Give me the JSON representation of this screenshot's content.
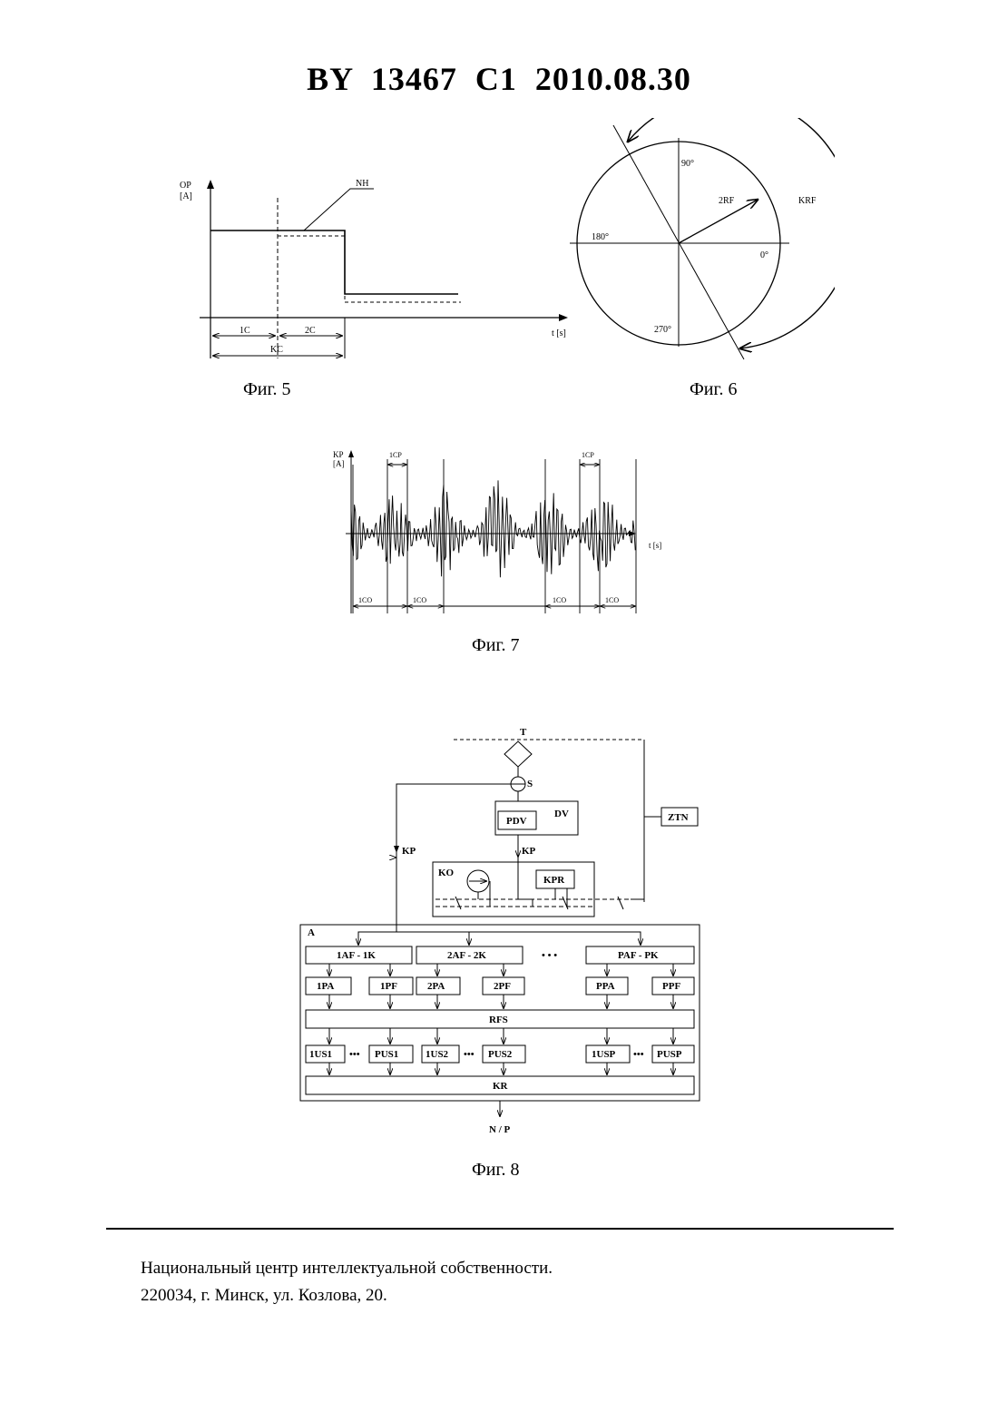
{
  "header": {
    "title": "BY 13467 C1 2010.08.30"
  },
  "fig5": {
    "caption": "Фиг. 5",
    "y_label_line1": "OP",
    "y_label_line2": "[A]",
    "x_label": "t [s]",
    "curve_label": "NH",
    "interval_1": "1C",
    "interval_2": "2C",
    "interval_total": "KC"
  },
  "fig6": {
    "caption": "Фиг. 6",
    "angle_90": "90°",
    "angle_180": "180°",
    "angle_0": "0°",
    "angle_270": "270°",
    "vector_label": "2RF",
    "arc_label": "KRF"
  },
  "fig7": {
    "caption": "Фиг. 7",
    "y_label_line1": "KP",
    "y_label_line2": "[A]",
    "x_label": "t [s]",
    "top_interval_label": "1CP",
    "bottom_interval_label": "1CO"
  },
  "fig8": {
    "caption": "Фиг. 8",
    "labels": {
      "t": "T",
      "s": "S",
      "dv": "DV",
      "pdv": "PDV",
      "kp": "KP",
      "ztn": "ZTN",
      "ko": "KO",
      "kpr": "KPR",
      "a": "A",
      "rfs": "RFS",
      "kr": "KR",
      "np": "N / P",
      "dots": "• • •",
      "small_dots": "•••"
    },
    "af_blocks": [
      "1AF - 1K",
      "2AF - 2K",
      "PAF - PK"
    ],
    "pa_pf_blocks": [
      "1PA",
      "1PF",
      "2PA",
      "2PF",
      "PPA",
      "PPF"
    ],
    "us_blocks": [
      "1US1",
      "PUS1",
      "1US2",
      "PUS2",
      "1USP",
      "PUSP"
    ]
  },
  "footer": {
    "line1": "Национальный центр интеллектуальной собственности.",
    "line2": "220034, г. Минск, ул. Козлова, 20."
  }
}
